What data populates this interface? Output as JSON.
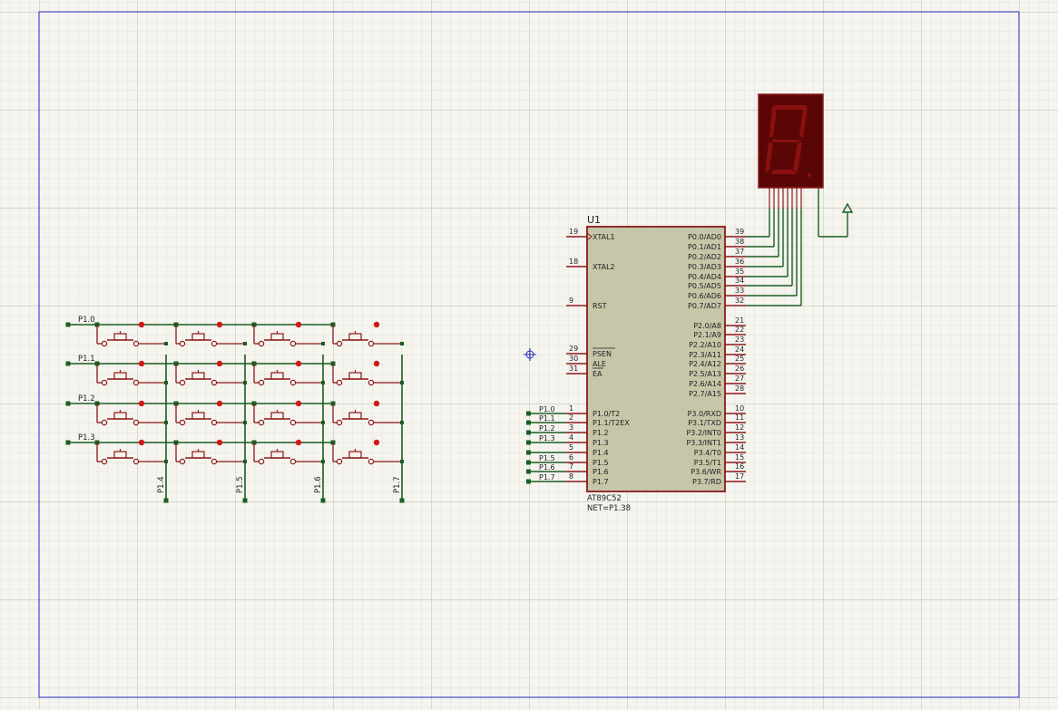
{
  "ic": {
    "ref": "U1",
    "part": "AT89C52",
    "net": "NET=P1.38",
    "left_pins": [
      {
        "num": "19",
        "name": "XTAL1"
      },
      {
        "num": "18",
        "name": "XTAL2"
      },
      {
        "num": "9",
        "name": "RST"
      },
      {
        "num": "29",
        "name": "PSEN"
      },
      {
        "num": "30",
        "name": "ALE"
      },
      {
        "num": "31",
        "name": "EA"
      },
      {
        "num": "1",
        "name": "P1.0/T2"
      },
      {
        "num": "2",
        "name": "P1.1/T2EX"
      },
      {
        "num": "3",
        "name": "P1.2"
      },
      {
        "num": "4",
        "name": "P1.3"
      },
      {
        "num": "5",
        "name": "P1.4"
      },
      {
        "num": "6",
        "name": "P1.5"
      },
      {
        "num": "7",
        "name": "P1.6"
      },
      {
        "num": "8",
        "name": "P1.7"
      }
    ],
    "right_pins": [
      {
        "num": "39",
        "name": "P0.0/AD0"
      },
      {
        "num": "38",
        "name": "P0.1/AD1"
      },
      {
        "num": "37",
        "name": "P0.2/AD2"
      },
      {
        "num": "36",
        "name": "P0.3/AD3"
      },
      {
        "num": "35",
        "name": "P0.4/AD4"
      },
      {
        "num": "34",
        "name": "P0.5/AD5"
      },
      {
        "num": "33",
        "name": "P0.6/AD6"
      },
      {
        "num": "32",
        "name": "P0.7/AD7"
      },
      {
        "num": "21",
        "name": "P2.0/A8"
      },
      {
        "num": "22",
        "name": "P2.1/A9"
      },
      {
        "num": "23",
        "name": "P2.2/A10"
      },
      {
        "num": "24",
        "name": "P2.3/A11"
      },
      {
        "num": "25",
        "name": "P2.4/A12"
      },
      {
        "num": "26",
        "name": "P2.5/A13"
      },
      {
        "num": "27",
        "name": "P2.6/A14"
      },
      {
        "num": "28",
        "name": "P2.7/A15"
      },
      {
        "num": "10",
        "name": "P3.0/RXD"
      },
      {
        "num": "11",
        "name": "P3.1/TXD"
      },
      {
        "num": "12",
        "name": "P3.2/INT0"
      },
      {
        "num": "13",
        "name": "P3.3/INT1"
      },
      {
        "num": "14",
        "name": "P3.4/T0"
      },
      {
        "num": "15",
        "name": "P3.5/T1"
      },
      {
        "num": "16",
        "name": "P3.6/WR"
      },
      {
        "num": "17",
        "name": "P3.7/RD"
      }
    ],
    "p1_terminal_labels": [
      "P1.0",
      "P1.1",
      "P1.2",
      "P1.3",
      "P1.5",
      "P1.6",
      "P1.7"
    ]
  },
  "keypad": {
    "row_labels": [
      "P1.0",
      "P1.1",
      "P1.2",
      "P1.3"
    ],
    "column_labels": [
      "P1.4",
      "P1.5",
      "P1.6",
      "P1.7"
    ]
  },
  "display": {
    "type": "7-segment",
    "digit": "8"
  },
  "colors": {
    "background": "#f5f4ef",
    "grid": "#c9cab9",
    "sheet_border": "#1f2bbd",
    "wire": "#1b5e20",
    "component": "#8b1a1a",
    "ic_body": "#c6c6a8",
    "display_body": "#5a0606",
    "segment": "#8a1010",
    "text": "#222222"
  }
}
